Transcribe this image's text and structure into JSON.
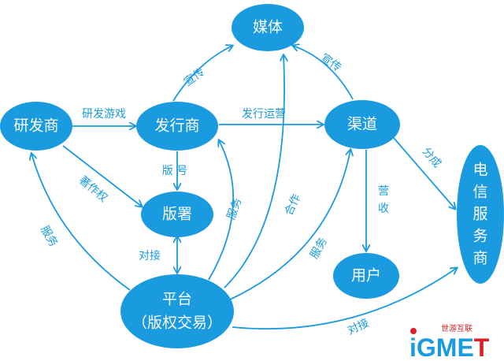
{
  "nodes": {
    "media": "媒体",
    "developer": "研发商",
    "publisher": "发行商",
    "channel": "渠道",
    "regulator": "版署",
    "platform_line1": "平台",
    "platform_line2": "（版权交易）",
    "user": "用户",
    "telecom": [
      "电",
      "信",
      "服",
      "务",
      "商"
    ]
  },
  "edges": {
    "dev_pub": "研发游戏",
    "pub_media": "宣传",
    "channel_media": "宣传",
    "pub_channel": "发行运营",
    "pub_regulator": "版 号",
    "dev_regulator": "著作权",
    "regulator_platform": "对接",
    "platform_dev": "服务",
    "platform_pub": "服务",
    "platform_media": "合作",
    "platform_channel": "服务",
    "channel_user": [
      "营",
      "收"
    ],
    "channel_telecom": "分成",
    "platform_telecom": "对接"
  },
  "logo": {
    "brand": "iGMET",
    "chinese": "世游互联",
    "colors": {
      "blue": "#1a9be0",
      "red": "#e02020"
    }
  },
  "colors": {
    "node": "#1a9be0"
  }
}
